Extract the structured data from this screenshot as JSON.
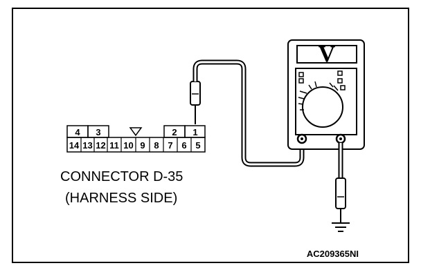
{
  "connector": {
    "top_pins": [
      "4",
      "3",
      "2",
      "1"
    ],
    "bottom_pins": [
      "14",
      "13",
      "12",
      "11",
      "10",
      "9",
      "8",
      "7",
      "6",
      "5"
    ],
    "label_line1": "CONNECTOR D-35",
    "label_line2": "(HARNESS SIDE)"
  },
  "meter": {
    "display": "V"
  },
  "figure_code": "AC209365NI",
  "icons": [
    "voltmeter-icon",
    "ground-symbol-icon",
    "probe-icon"
  ]
}
